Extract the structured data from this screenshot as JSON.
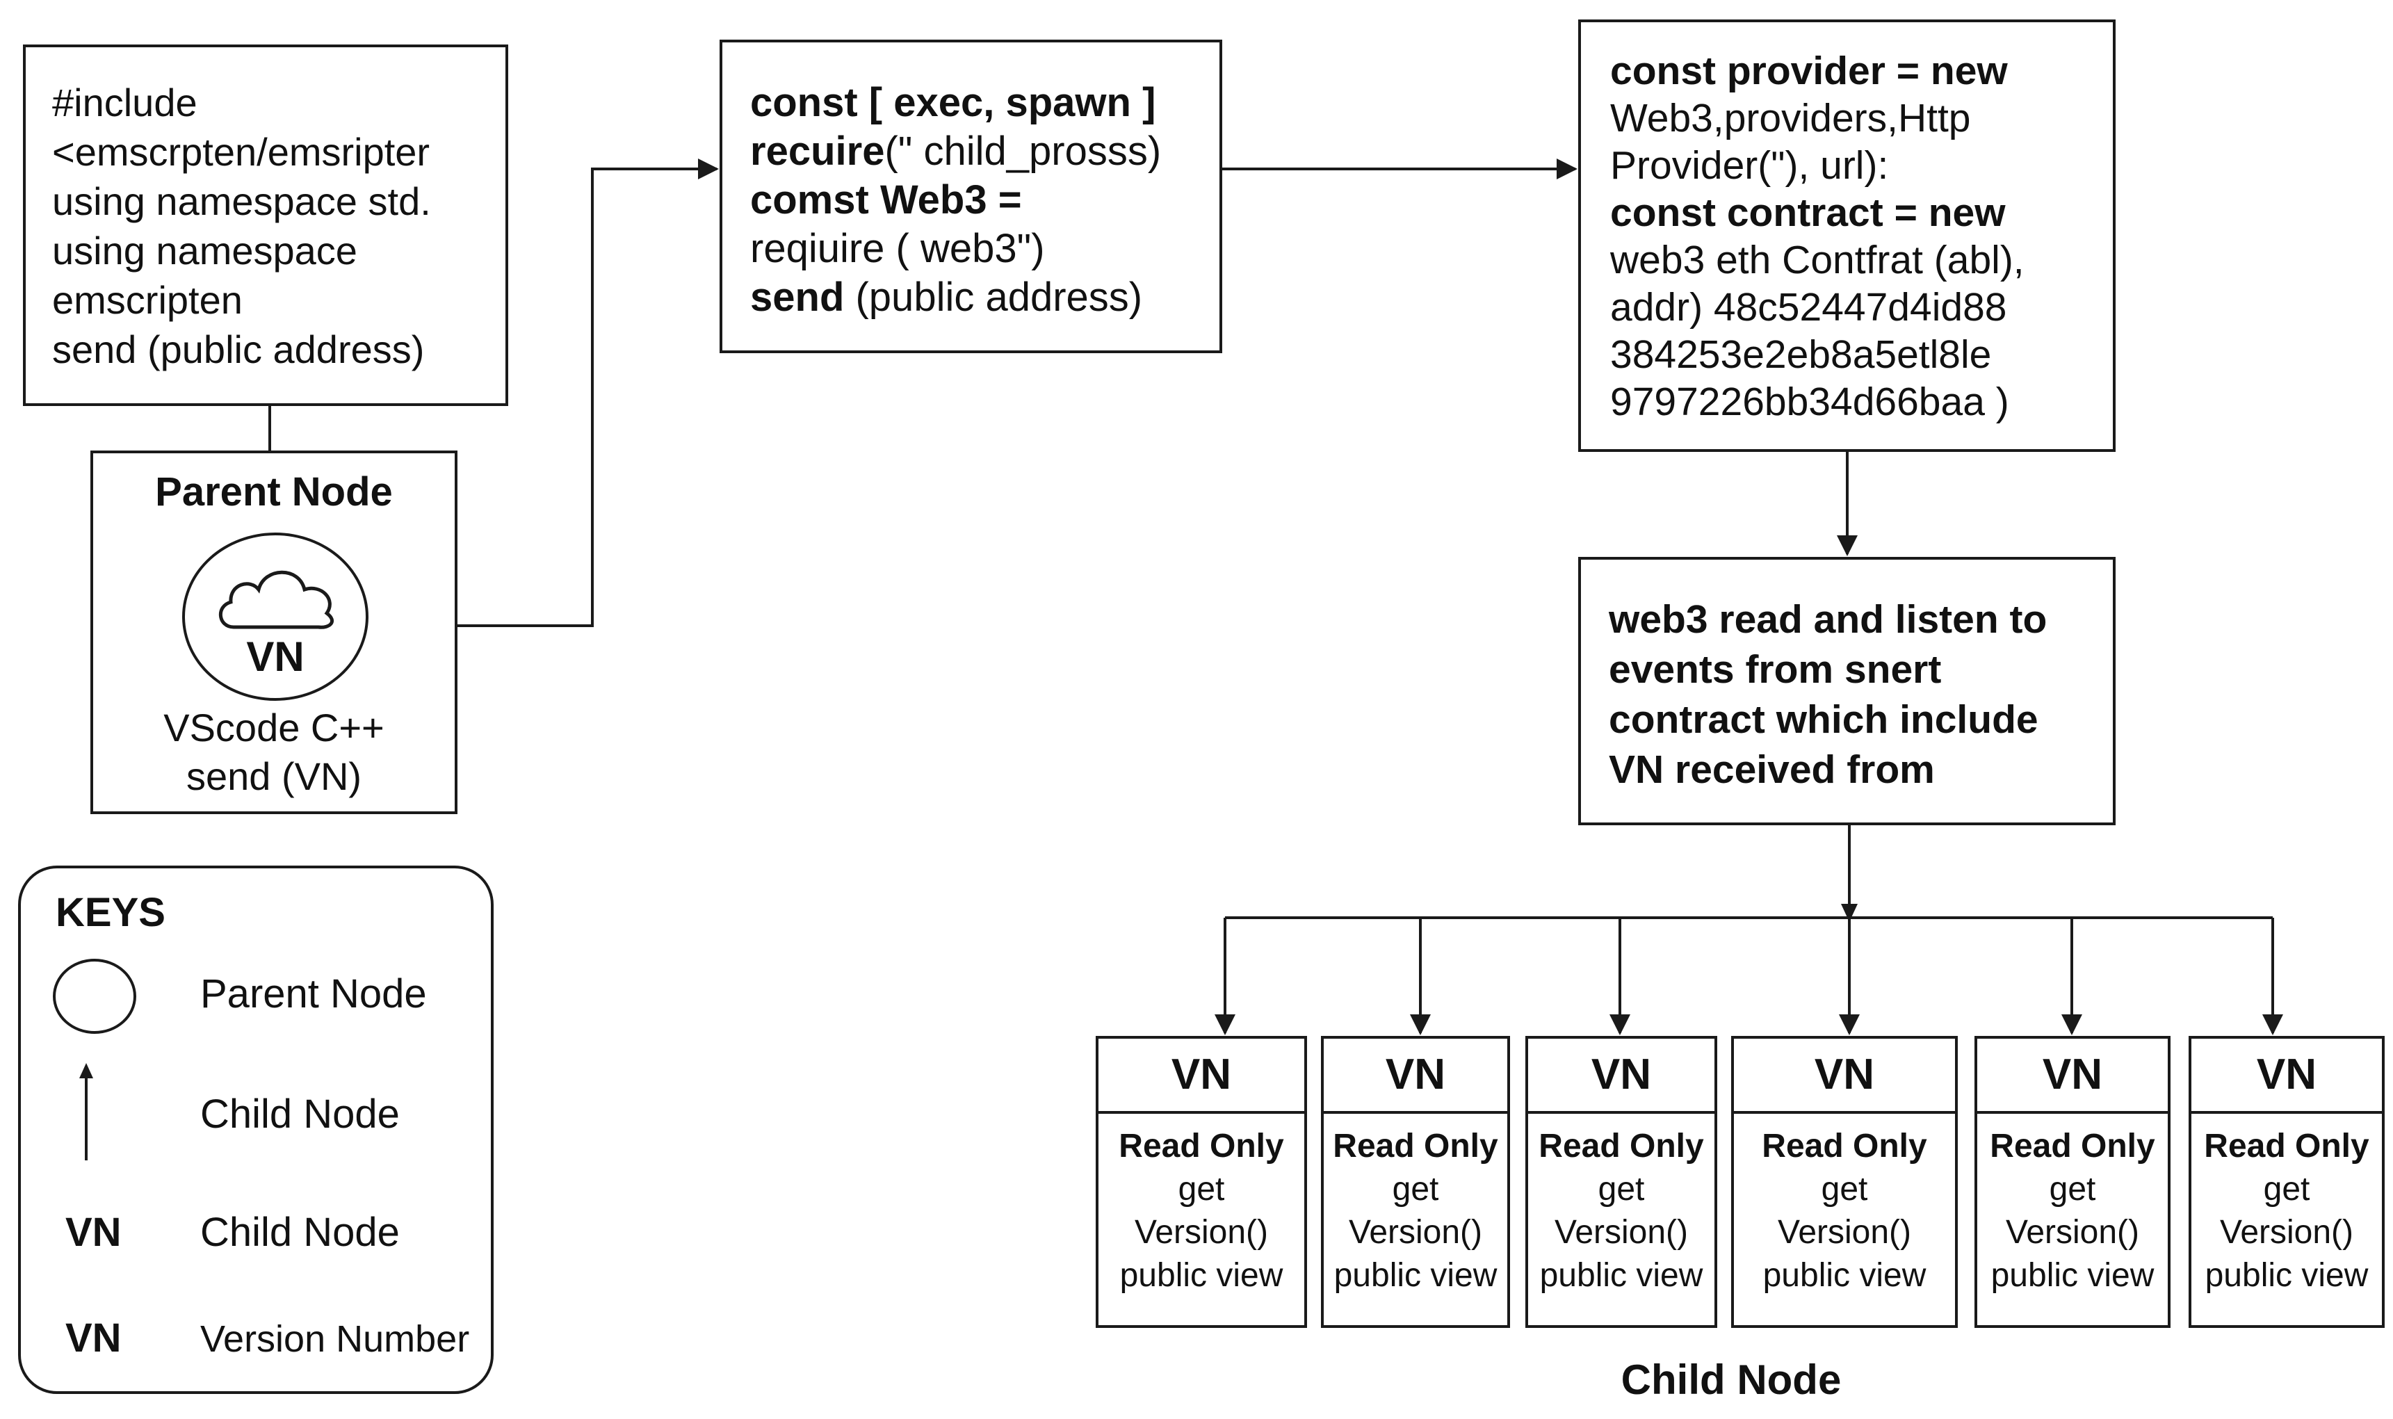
{
  "cpp_box": {
    "lines": [
      "#include",
      "<emscrpten/emsripter",
      "using namespace std.",
      "using namespace",
      "emscripten",
      "send (public address)"
    ]
  },
  "parent_node": {
    "title": "Parent Node",
    "circle_label": "VN",
    "icon": "cloud-icon",
    "caption_lines": [
      "VScode C++",
      "send (VN)"
    ]
  },
  "exec_box": {
    "lines": [
      {
        "bold": "const [ exec, spawn ]",
        "rest": ""
      },
      {
        "bold": "recuire",
        "rest": "(\" child_prosss)"
      },
      {
        "bold": "comst Web3 =",
        "rest": ""
      },
      {
        "bold": "",
        "rest": "reqiuire ( web3\")"
      },
      {
        "bold": "send",
        "rest": " (public address)"
      }
    ]
  },
  "provider_box": {
    "lines": [
      {
        "text": "const provider = new",
        "bold": true
      },
      {
        "text": "Web3,providers,Http",
        "bold": false
      },
      {
        "text": "Provider(\"), url):",
        "bold": false
      },
      {
        "text": "const contract = new",
        "bold": true
      },
      {
        "text": "web3 eth Contfrat (abl),",
        "bold": false
      },
      {
        "text": "addr) 48c52447d4id88",
        "bold": false
      },
      {
        "text": "384253e2eb8a5etl8le",
        "bold": false
      },
      {
        "text": "9797226bb34d66baa )",
        "bold": false
      }
    ]
  },
  "web3_box": {
    "lines": [
      "web3 read and listen to",
      "events from snert",
      "contract which include",
      "VN received from"
    ]
  },
  "children": [
    {
      "head": "VN",
      "line1": "Read Only",
      "line2": "get",
      "line3": "Version()",
      "line4": "public view"
    },
    {
      "head": "VN",
      "line1": "Read Only",
      "line2": "get",
      "line3": "Version()",
      "line4": "public view"
    },
    {
      "head": "VN",
      "line1": "Read Only",
      "line2": "get",
      "line3": "Version()",
      "line4": "public view"
    },
    {
      "head": "VN",
      "line1": "Read Only",
      "line2": "get",
      "line3": "Version()",
      "line4": "public view"
    },
    {
      "head": "VN",
      "line1": "Read Only",
      "line2": "get",
      "line3": "Version()",
      "line4": "public view"
    },
    {
      "head": "VN",
      "line1": "Read Only",
      "line2": "get",
      "line3": "Version()",
      "line4": "public view"
    }
  ],
  "child_caption": "Child Node",
  "keys": {
    "title": "KEYS",
    "items": [
      {
        "symbol": "circle-shape",
        "label": "Parent Node"
      },
      {
        "symbol": "arrow-up-icon",
        "label": "Child Node"
      },
      {
        "symbol": "VN",
        "label": "Child Node"
      },
      {
        "symbol": "VN",
        "label": "Version Number"
      }
    ]
  },
  "colors": {
    "stroke": "#1a1a1a",
    "background": "#ffffff"
  }
}
